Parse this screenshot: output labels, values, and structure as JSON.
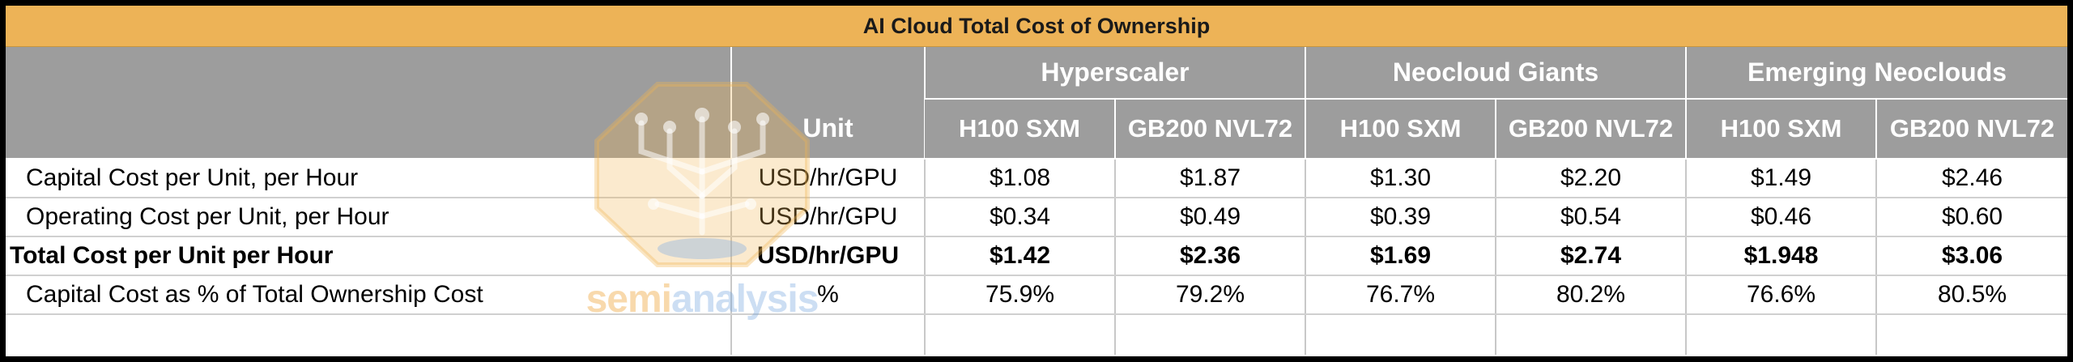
{
  "title": "AI Cloud Total Cost of Ownership",
  "header": {
    "unit": "Unit",
    "groups": [
      "Hyperscaler",
      "Neocloud Giants",
      "Emerging Neoclouds"
    ],
    "sub": [
      "H100 SXM",
      "GB200 NVL72",
      "H100 SXM",
      "GB200 NVL72",
      "H100 SXM",
      "GB200 NVL72"
    ]
  },
  "rows": [
    {
      "label": "Capital Cost per Unit, per Hour",
      "unit": "USD/hr/GPU",
      "values": [
        "$1.08",
        "$1.87",
        "$1.30",
        "$2.20",
        "$1.49",
        "$2.46"
      ]
    },
    {
      "label": "Operating Cost per Unit, per Hour",
      "unit": "USD/hr/GPU",
      "values": [
        "$0.34",
        "$0.49",
        "$0.39",
        "$0.54",
        "$0.46",
        "$0.60"
      ]
    },
    {
      "label": "Total Cost per Unit per Hour",
      "unit": "USD/hr/GPU",
      "values": [
        "$1.42",
        "$2.36",
        "$1.69",
        "$2.74",
        "$1.948",
        "$3.06"
      ]
    },
    {
      "label": "Capital Cost as % of Total Ownership Cost",
      "unit": "%",
      "values": [
        "75.9%",
        "79.2%",
        "76.7%",
        "80.2%",
        "76.6%",
        "80.5%"
      ]
    }
  ],
  "watermark": {
    "part1": "semi",
    "part2": "analysis"
  },
  "colors": {
    "title_bg": "#edb357",
    "header_bg": "#969696"
  }
}
